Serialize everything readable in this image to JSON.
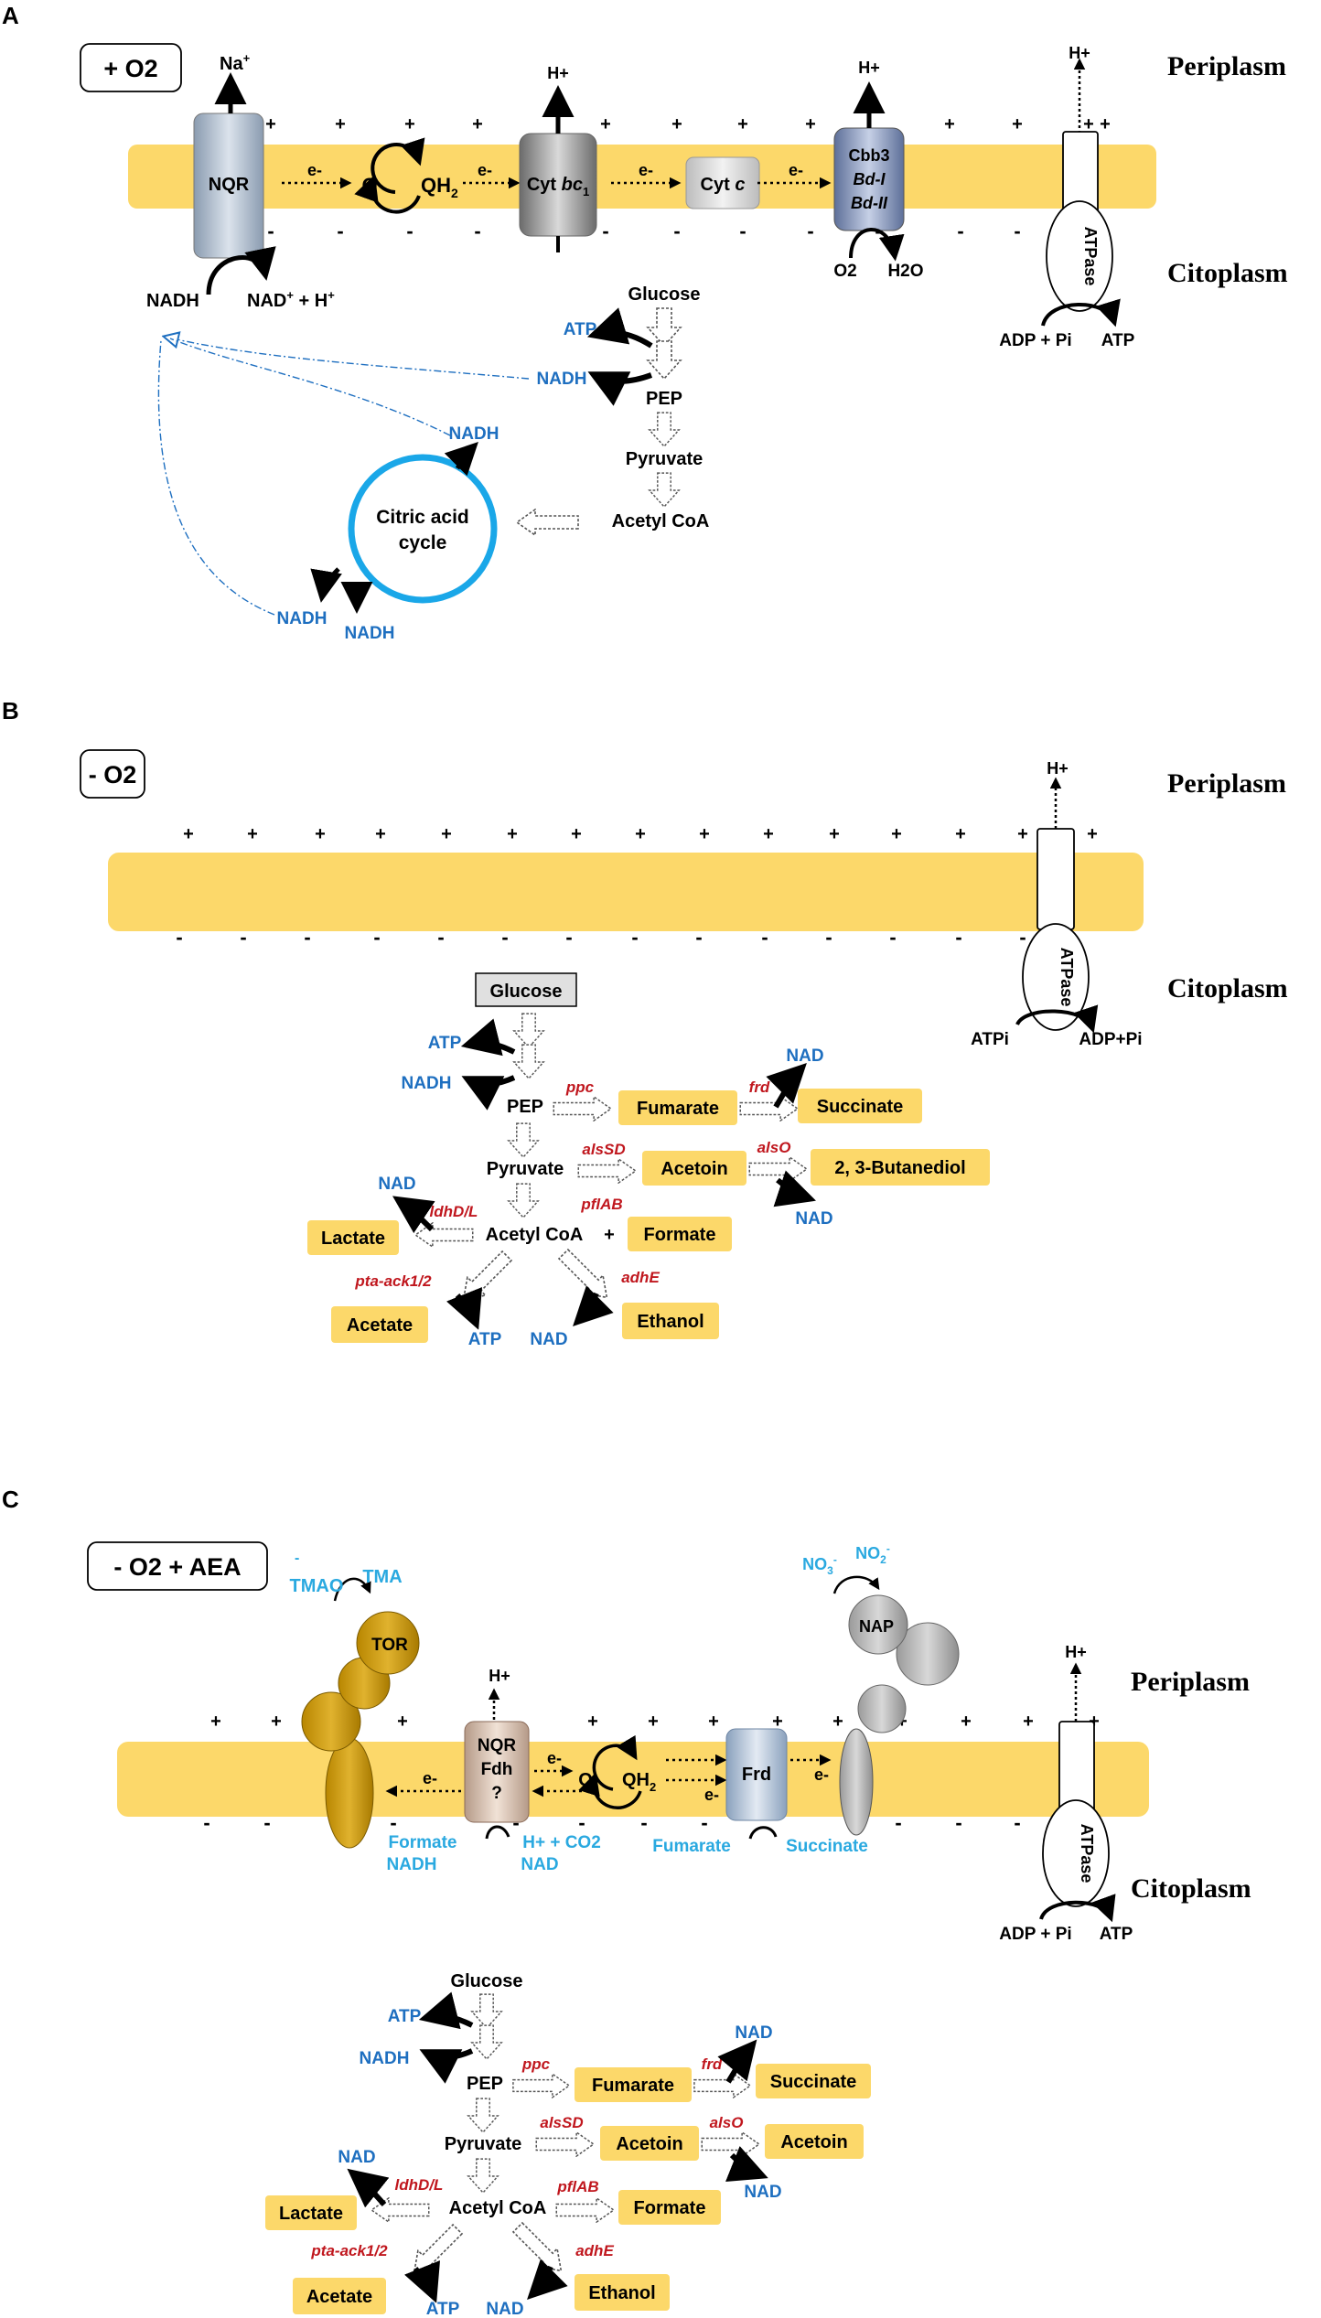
{
  "colors": {
    "membrane": "#FCD86A",
    "blue_text": "#1E6FC0",
    "cyan_text": "#2AA9E0",
    "red_text": "#C0171E",
    "box_fill": "#FCD86A",
    "cycle": "#1AA7E8",
    "tor": "#C99700",
    "nap": "#A8A8A8"
  },
  "regions": {
    "periplasm": "Periplasm",
    "citoplasm": "Citoplasm"
  },
  "panelA": {
    "letter": "A",
    "condition": "+ O2",
    "nqr": "NQR",
    "na": "Na",
    "na_sup": "+",
    "e": "e-",
    "q": "Q",
    "qh": "QH",
    "qh_sub": "2",
    "cytbc_a": "Cyt ",
    "cytbc_b": "bc",
    "cytbc_sub": "1",
    "cytc_a": "Cyt ",
    "cytc_b": "c",
    "cbb3": "Cbb3",
    "bd1": "Bd-I",
    "bd2": "Bd-II",
    "hplus": "H+",
    "o2": "O2",
    "h2o": "H2O",
    "atpase": "ATPase",
    "adp_pi": "ADP + Pi",
    "atp": "ATP",
    "nadh": "NADH",
    "nad_h_a": "NAD",
    "nad_h_sup": "+",
    "nad_h_b": " + H",
    "nad_h_sup2": "+",
    "glucose": "Glucose",
    "pep": "PEP",
    "pyruvate": "Pyruvate",
    "acetyl_coa": "Acetyl CoA",
    "tca_1": "Citric acid",
    "tca_2": "cycle"
  },
  "panelB": {
    "letter": "B",
    "condition": "- O2",
    "hplus": "H+",
    "atpase": "ATPase",
    "atpi": "ATPi",
    "adp_pi": "ADP+Pi",
    "glucose": "Glucose",
    "atp": "ATP",
    "nadh": "NADH",
    "nad": "NAD",
    "pep": "PEP",
    "pyruvate": "Pyruvate",
    "acetyl_coa": "Acetyl CoA",
    "plus": "+",
    "fumarate": "Fumarate",
    "succinate": "Succinate",
    "acetoin": "Acetoin",
    "butanediol": "2, 3-Butanediol",
    "formate": "Formate",
    "lactate": "Lactate",
    "acetate": "Acetate",
    "ethanol": "Ethanol",
    "ppc": "ppc",
    "frd": "frd",
    "alsSD": "alsSD",
    "alsO": "alsO",
    "pflAB": "pflAB",
    "ldhDL": "ldhD/L",
    "ptaack": "pta-ack1/2",
    "adhE": "adhE"
  },
  "panelC": {
    "letter": "C",
    "condition": "- O2 + AEA",
    "tmao": "TMAO",
    "tma": "TMA",
    "tor": "TOR",
    "nqr_1": "NQR",
    "nqr_2": "Fdh",
    "nqr_3": "?",
    "hplus": "H+",
    "e": "e-",
    "q": "Q",
    "qh": "QH",
    "qh_sub": "2",
    "frd_box": "Frd",
    "no3": "NO",
    "no3_sub": "3",
    "no3_sup": "-",
    "no2": "NO",
    "no2_sub": "2",
    "no2_sup": "-",
    "nap": "NAP",
    "formate_nadh_1": "Formate",
    "formate_nadh_2": "NADH",
    "hco2_1": "H+ + CO2",
    "hco2_2": "NAD",
    "fumarate_s": "Fumarate",
    "succinate_s": "Succinate",
    "atpase": "ATPase",
    "adp_pi": "ADP + Pi",
    "atp": "ATP",
    "glucose": "Glucose",
    "nadh": "NADH",
    "nad": "NAD",
    "pep": "PEP",
    "pyruvate": "Pyruvate",
    "acetyl_coa": "Acetyl CoA",
    "fumarate": "Fumarate",
    "succinate": "Succinate",
    "acetoin": "Acetoin",
    "acetoin2": "Acetoin",
    "formate": "Formate",
    "lactate": "Lactate",
    "acetate": "Acetate",
    "ethanol": "Ethanol",
    "ppc": "ppc",
    "frd": "frd",
    "alsSD": "alsSD",
    "alsO": "alsO",
    "pflAB": "pflAB",
    "ldhDL": "ldhD/L",
    "ptaack": "pta-ack1/2",
    "adhE": "adhE"
  }
}
